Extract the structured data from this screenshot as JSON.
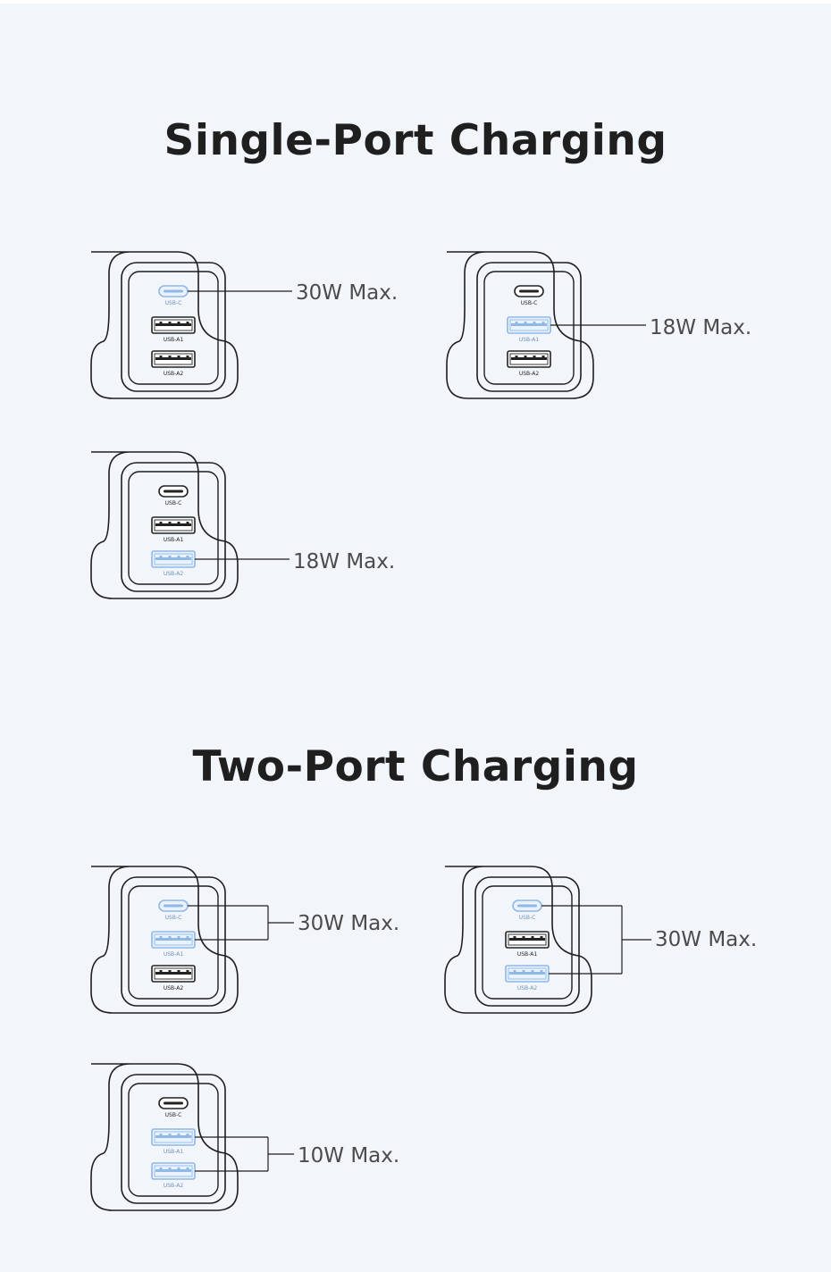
{
  "sections": [
    {
      "title": "Single-Port Charging",
      "diagrams": [
        {
          "active": [
            "usb_c"
          ],
          "label": "30W Max."
        },
        {
          "active": [
            "usb_a1"
          ],
          "label": "18W Max."
        },
        {
          "active": [
            "usb_a2"
          ],
          "label": "18W Max."
        }
      ]
    },
    {
      "title": "Two-Port Charging",
      "diagrams": [
        {
          "active": [
            "usb_c",
            "usb_a1"
          ],
          "label": "30W Max."
        },
        {
          "active": [
            "usb_c",
            "usb_a2"
          ],
          "label": "30W Max."
        },
        {
          "active": [
            "usb_a1",
            "usb_a2"
          ],
          "label": "10W Max."
        }
      ]
    }
  ],
  "port_labels": {
    "usb_c": "USB-C",
    "usb_a1": "USB-A1",
    "usb_a2": "USB-A2"
  },
  "colors": {
    "background": "#f2f6fb",
    "outline": "#1e1e1e",
    "active_port": "#8fb8e6",
    "active_port_fill": "#eaf3fd",
    "title": "#1f1f1f",
    "label": "#4b4b4b"
  }
}
